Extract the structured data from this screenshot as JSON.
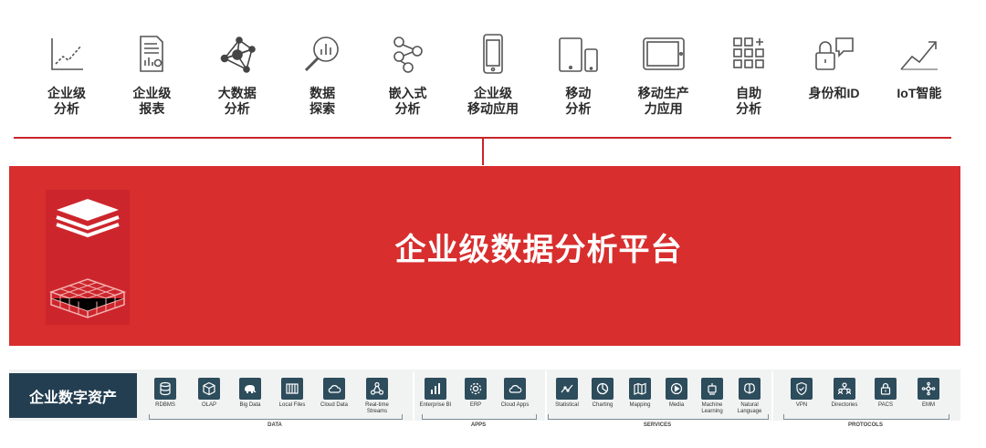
{
  "capabilities": [
    {
      "label": "企业级\n分析",
      "icon": "line-chart-icon"
    },
    {
      "label": "企业级\n报表",
      "icon": "report-document-icon"
    },
    {
      "label": "大数据\n分析",
      "icon": "network-graph-icon"
    },
    {
      "label": "数据\n探索",
      "icon": "magnifier-chart-icon"
    },
    {
      "label": "嵌入式\n分析",
      "icon": "embedded-nodes-icon"
    },
    {
      "label": "企业级\n移动应用",
      "icon": "smartphone-icon"
    },
    {
      "label": "移动\n分析",
      "icon": "tablet-phone-icon"
    },
    {
      "label": "移动生产\n力应用",
      "icon": "tablet-icon"
    },
    {
      "label": "自助\n分析",
      "icon": "grid-plus-icon"
    },
    {
      "label": "身份和ID",
      "icon": "lock-speech-icon"
    },
    {
      "label": "IoT智能",
      "icon": "trend-arrow-icon"
    }
  ],
  "platform": {
    "title": "企业级数据分析平台",
    "icons": [
      "layers-stack-icon",
      "cube-grid-icon"
    ]
  },
  "assets": {
    "label": "企业数字资产",
    "groups": [
      {
        "name": "DATA",
        "items": [
          "RDBMS",
          "OLAP",
          "Big Data",
          "Local Files",
          "Cloud Data",
          "Real-time\nStreams"
        ]
      },
      {
        "name": "APPS",
        "items": [
          "Enterprise BI",
          "ERP",
          "Cloud Apps"
        ]
      },
      {
        "name": "SERVICES",
        "items": [
          "Statistical",
          "Charting",
          "Mapping",
          "Media",
          "Machine\nLearning",
          "Natural\nLanguage"
        ]
      },
      {
        "name": "PROTOCOLS",
        "items": [
          "VPN",
          "Directories",
          "PACS",
          "EMM"
        ]
      }
    ]
  },
  "colors": {
    "accent_red": "#d82e2e",
    "dark_navy": "#243e51",
    "icon_teal": "#2d4c5c"
  }
}
